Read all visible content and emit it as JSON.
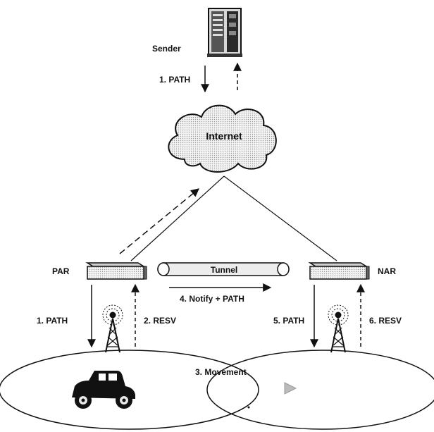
{
  "labels": {
    "sender": "Sender",
    "internet": "Internet",
    "par": "PAR",
    "nar": "NAR",
    "tunnel": "Tunnel",
    "path_sender": "1. PATH",
    "path_par": "1. PATH",
    "resv_par": "2. RESV",
    "movement": "3. Movement",
    "notify": "4. Notify + PATH",
    "path_nar": "5. PATH",
    "resv_nar": "6. RESV"
  }
}
